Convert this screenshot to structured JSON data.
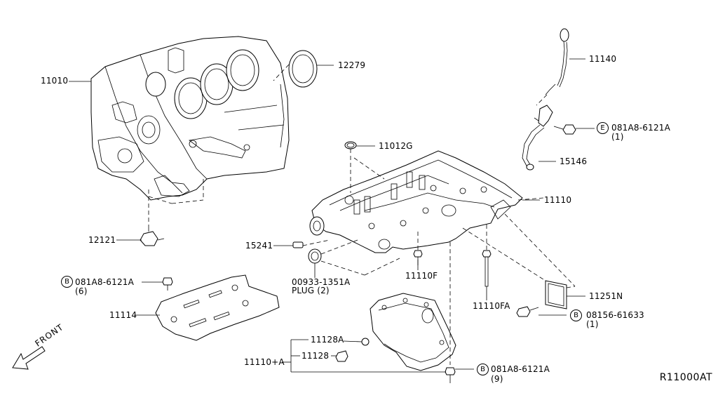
{
  "diagram": {
    "part_labels": {
      "block": "11010",
      "seal": "12279",
      "dipstick": "11140",
      "bolt_e": "081A8-6121A",
      "bolt_e_qty": "(1)",
      "gasket_g": "11012G",
      "tube": "15146",
      "oil_pan_upper": "11110",
      "sensor": "12121",
      "plug_15241": "15241",
      "plug_part": "00933-1351A",
      "plug_desc": "PLUG (2)",
      "bolt_f": "11110F",
      "bolt_b1": "081A8-6121A",
      "bolt_b1_qty": "(6)",
      "baffle": "11114",
      "stud_fa": "11110FA",
      "gasket_n": "11251N",
      "bolt_b2": "08156-61633",
      "bolt_b2_qty": "(1)",
      "washer": "11128A",
      "drain_plug": "11128",
      "oil_pan_lower": "11110+A",
      "bolt_b3": "081A8-6121A",
      "bolt_b3_qty": "(9)"
    },
    "circle_letters": {
      "e": "E",
      "b": "B"
    },
    "front_label": "FRONT",
    "footer_code": "R11000AT"
  }
}
